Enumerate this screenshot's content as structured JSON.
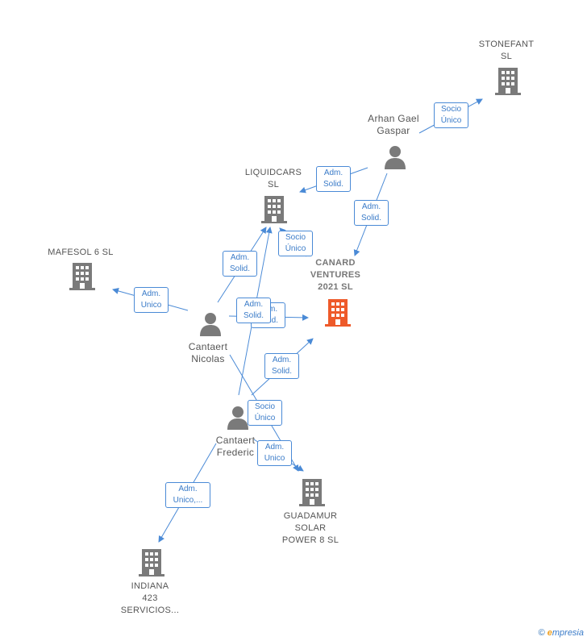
{
  "colors": {
    "edge": "#4a8ad6",
    "company_icon": "#7a7a7a",
    "main_company_icon": "#ee5a2a",
    "person_icon": "#7a7a7a"
  },
  "companies": [
    {
      "id": "stonefant",
      "name": "STONEFANT\nSL"
    },
    {
      "id": "liquidcars",
      "name": "LIQUIDCARS\nSL"
    },
    {
      "id": "mafesol",
      "name": "MAFESOL 6 SL"
    },
    {
      "id": "canard",
      "name": "CANARD\nVENTURES\n2021  SL",
      "main": true
    },
    {
      "id": "guadamur",
      "name": "GUADAMUR\nSOLAR\nPOWER 8 SL"
    },
    {
      "id": "indiana",
      "name": "INDIANA\n423\nSERVICIOS..."
    }
  ],
  "persons": [
    {
      "id": "arhan",
      "name": "Arhan Gael\nGaspar"
    },
    {
      "id": "nicolas",
      "name": "Cantaert\nNicolas"
    },
    {
      "id": "frederic",
      "name": "Cantaert\nFrederic"
    }
  ],
  "relations": [
    {
      "id": "r1",
      "label": "Socio\nÚnico"
    },
    {
      "id": "r2",
      "label": "Adm.\nSolid."
    },
    {
      "id": "r3",
      "label": "Adm.\nSolid."
    },
    {
      "id": "r4",
      "label": "Socio\nÚnico"
    },
    {
      "id": "r5",
      "label": "Adm.\nSolid."
    },
    {
      "id": "r6",
      "label": "Adm.\nUnico"
    },
    {
      "id": "r7",
      "label": "Adm.\nSolid."
    },
    {
      "id": "r8",
      "label": "Adm.\nSolid."
    },
    {
      "id": "r9",
      "label": "Adm.\nSolid."
    },
    {
      "id": "r10",
      "label": "Socio\nÚnico"
    },
    {
      "id": "r11",
      "label": "Adm.\nUnico"
    },
    {
      "id": "r12",
      "label": "Adm.\nUnico,..."
    }
  ],
  "footer": {
    "copyright": "©",
    "brand_initial": "e",
    "brand_rest": "mpresia"
  }
}
